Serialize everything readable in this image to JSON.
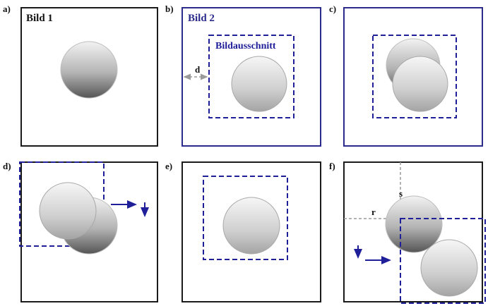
{
  "panels": [
    {
      "letter": "a)",
      "title": "Bild 1"
    },
    {
      "letter": "b)",
      "title": "Bild 2",
      "crop_label": "Bildausschnitt",
      "offset_label": "d"
    },
    {
      "letter": "c)"
    },
    {
      "letter": "d)"
    },
    {
      "letter": "e)"
    },
    {
      "letter": "f)",
      "offset_r": "r",
      "offset_s": "s"
    }
  ],
  "colors": {
    "frame_black": "#1a1a1a",
    "frame_blue": "#2b2b8c",
    "dash_blue": "#1f1f9a",
    "arrow_blue": "#1f1f9a",
    "measure_gray": "#9a9a9a",
    "ball_light": "#f4f4f4",
    "ball_dark": "#5a5a5a"
  }
}
